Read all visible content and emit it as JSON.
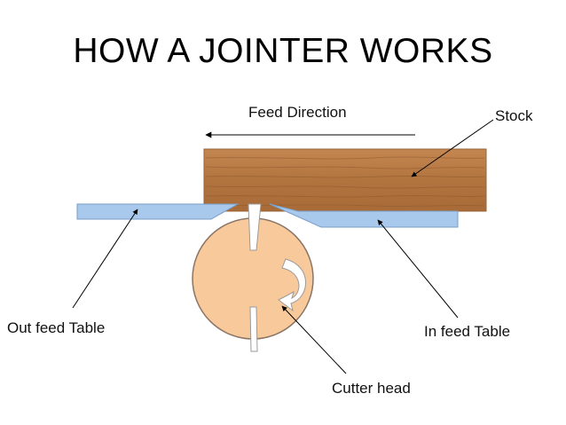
{
  "title": "HOW A JOINTER WORKS",
  "labels": {
    "feed_direction": "Feed Direction",
    "stock": "Stock",
    "out_feed_table": "Out feed Table",
    "in_feed_table": "In feed Table",
    "cutter_head": "Cutter head"
  },
  "colors": {
    "wood": "#b77a45",
    "wood_grain": "#8e5a2e",
    "table": "#a8c8ec",
    "table_edge": "#7a9ec8",
    "cutter": "#f8c99a",
    "cutter_edge": "#8a7466",
    "knife": "#ffffff",
    "leader": "#000000"
  }
}
